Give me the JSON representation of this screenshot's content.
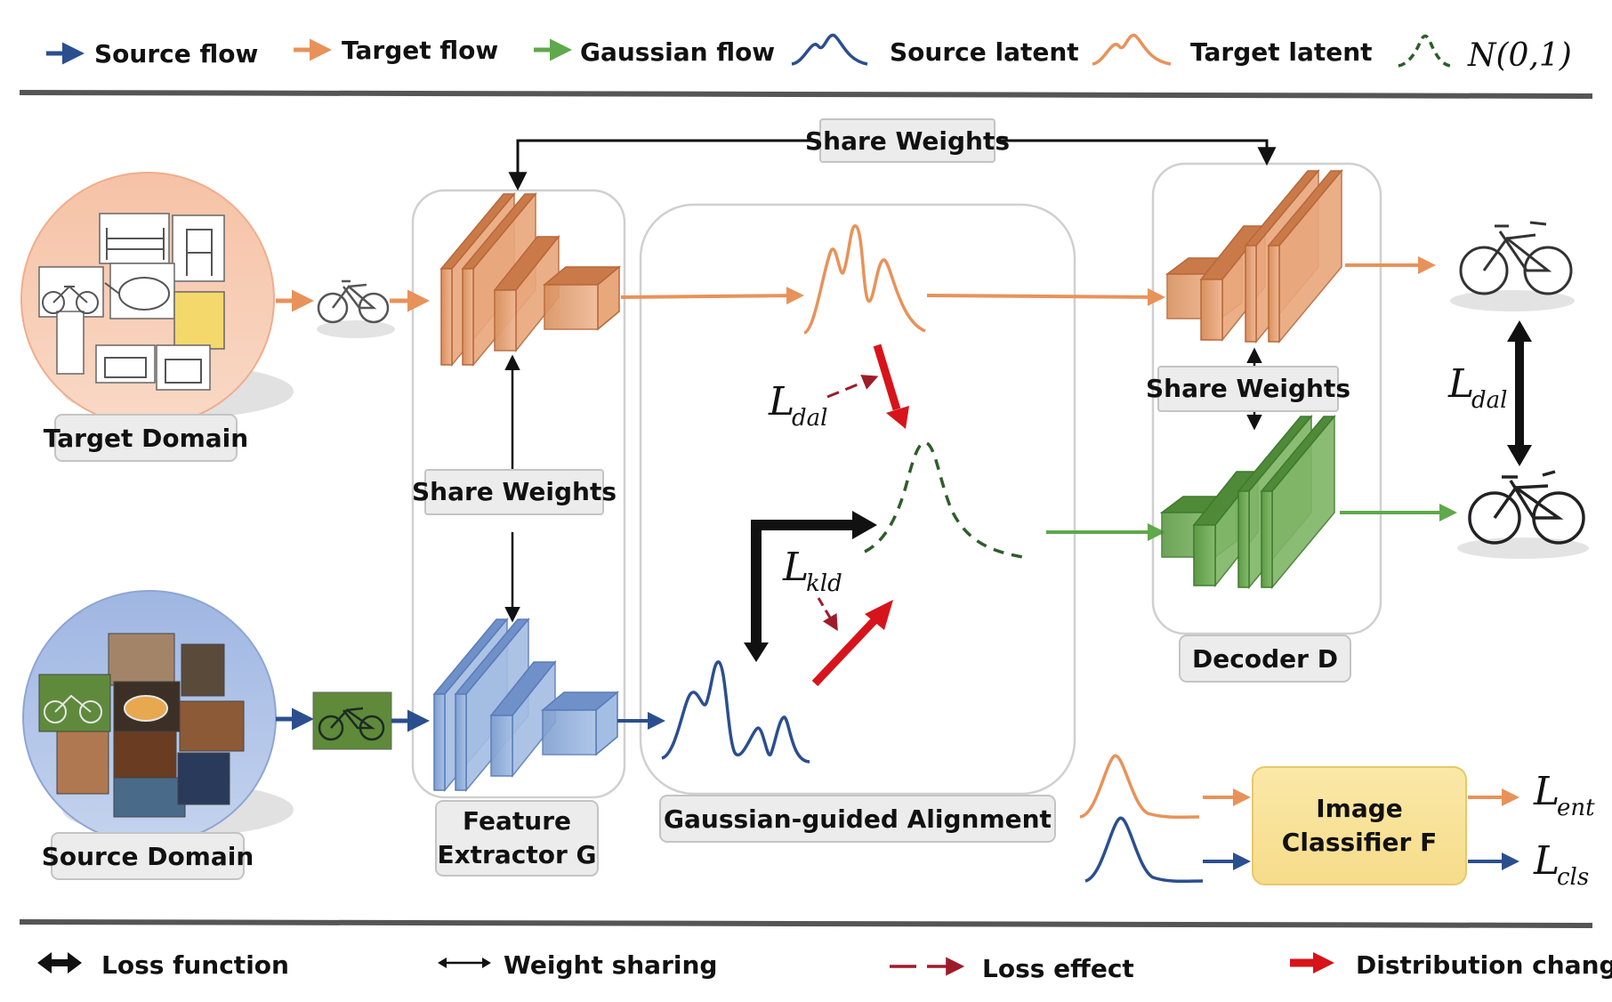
{
  "legend_top": [
    {
      "name": "source-flow",
      "label": "Source flow",
      "color": "#2b4f8e"
    },
    {
      "name": "target-flow",
      "label": "Target flow",
      "color": "#e8925a"
    },
    {
      "name": "gaussian-flow",
      "label": "Gaussian flow",
      "color": "#5fa84b"
    },
    {
      "name": "source-latent",
      "label": "Source latent",
      "color": "#2b4f8e"
    },
    {
      "name": "target-latent",
      "label": "Target latent",
      "color": "#e8925a"
    },
    {
      "name": "normal-latent",
      "label": "N(0,1)",
      "color": "#2e5e2a"
    }
  ],
  "legend_bottom": [
    {
      "name": "loss-function",
      "label": "Loss function"
    },
    {
      "name": "weight-sharing",
      "label": "Weight sharing"
    },
    {
      "name": "loss-effect",
      "label": "Loss effect"
    },
    {
      "name": "distribution-change",
      "label": "Distribution change"
    }
  ],
  "labels": {
    "share_weights": "Share Weights",
    "target_domain": "Target Domain",
    "source_domain": "Source Domain",
    "feature_extractor_l1": "Feature",
    "feature_extractor_l2": "Extractor G",
    "alignment": "Gaussian-guided Alignment",
    "decoder": "Decoder D",
    "classifier_l1": "Image",
    "classifier_l2": "Classifier F"
  },
  "losses": {
    "L": "L",
    "dal": "dal",
    "kld": "kld",
    "ent": "ent",
    "cls": "cls"
  },
  "colors": {
    "target": "#e8925a",
    "source": "#2b4f8e",
    "gaussian": "#5fa84b",
    "loss_effect": "#9e1c2a",
    "distribution_change": "#d7141b"
  }
}
